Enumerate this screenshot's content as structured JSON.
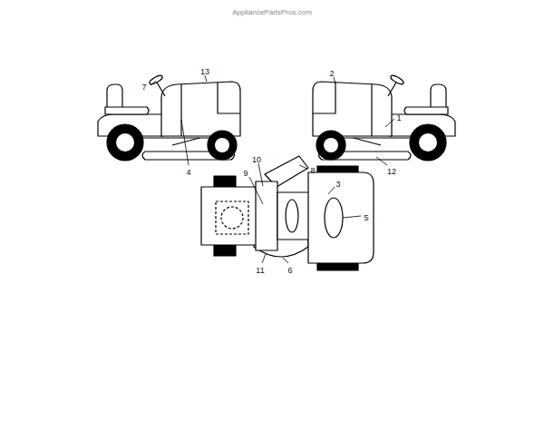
{
  "diagram": {
    "labels": [
      "AppliancePartsPros.com",
      "13",
      "7",
      "4",
      "2",
      "1",
      "12",
      "10",
      "8",
      "9",
      "3",
      "5",
      "11",
      "6"
    ]
  }
}
